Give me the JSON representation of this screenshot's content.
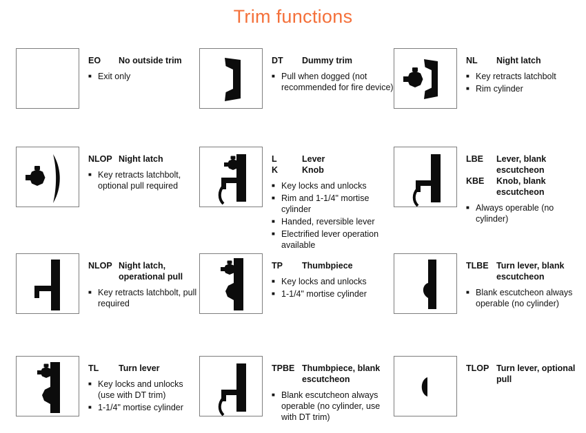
{
  "page": {
    "title": "Trim functions",
    "title_color": "#F4703A",
    "bullet_char": "■",
    "text_color": "#121212"
  },
  "cells": [
    {
      "icon": "empty-box-icon",
      "headings": [
        {
          "code": "EO",
          "title": "No outside trim"
        }
      ],
      "bullets": [
        "Exit only"
      ]
    },
    {
      "icon": "pull-handle-icon",
      "headings": [
        {
          "code": "DT",
          "title": "Dummy trim"
        }
      ],
      "bullets": [
        "Pull when dogged (not recommended for fire device)"
      ]
    },
    {
      "icon": "pull-rim-cylinder-icon",
      "headings": [
        {
          "code": "NL",
          "title": "Night latch"
        }
      ],
      "bullets": [
        "Key retracts latchbolt",
        "Rim cylinder"
      ]
    },
    {
      "icon": "cylinder-curved-pull-icon",
      "headings": [
        {
          "code": "NLOP",
          "title": "Night latch"
        }
      ],
      "bullets": [
        "Key retracts latchbolt, optional pull required"
      ]
    },
    {
      "icon": "lever-cylinder-icon",
      "headings": [
        {
          "code": "L",
          "title": "Lever"
        },
        {
          "code": "K",
          "title": "Knob"
        }
      ],
      "bullets": [
        "Key locks and unlocks",
        "Rim and 1-1/4\" mortise cylinder",
        "Handed, reversible lever",
        "Electrified lever operation available"
      ]
    },
    {
      "icon": "lever-blank-escutcheon-icon",
      "headings": [
        {
          "code": "LBE",
          "title": "Lever, blank escutcheon"
        },
        {
          "code": "KBE",
          "title": "Knob, blank escutcheon"
        }
      ],
      "bullets": [
        "Always operable (no cylinder)"
      ]
    },
    {
      "icon": "pull-plate-icon",
      "headings": [
        {
          "code": "NLOP",
          "title": "Night latch, operational pull"
        }
      ],
      "bullets": [
        "Key retracts latchbolt, pull required"
      ]
    },
    {
      "icon": "thumbpiece-cylinder-icon",
      "headings": [
        {
          "code": "TP",
          "title": "Thumbpiece"
        }
      ],
      "bullets": [
        "Key locks and unlocks",
        "1-1/4\" mortise cylinder"
      ]
    },
    {
      "icon": "turn-lever-blank-icon",
      "headings": [
        {
          "code": "TLBE",
          "title": "Turn lever, blank escutcheon"
        }
      ],
      "bullets": [
        "Blank escutcheon always operable (no cylinder)"
      ]
    },
    {
      "icon": "turn-lever-cylinder-icon",
      "headings": [
        {
          "code": "TL",
          "title": "Turn lever"
        }
      ],
      "bullets": [
        "Key locks and unlocks (use with DT trim)",
        "1-1/4\" mortise cylinder"
      ]
    },
    {
      "icon": "thumbpiece-blank-icon",
      "headings": [
        {
          "code": "TPBE",
          "title": "Thumbpiece, blank escutcheon"
        }
      ],
      "bullets": [
        "Blank escutcheon always operable (no cylinder, use with DT trim)"
      ]
    },
    {
      "icon": "turn-lever-only-icon",
      "headings": [
        {
          "code": "TLOP",
          "title": "Turn lever, optional pull"
        }
      ],
      "bullets": []
    }
  ]
}
